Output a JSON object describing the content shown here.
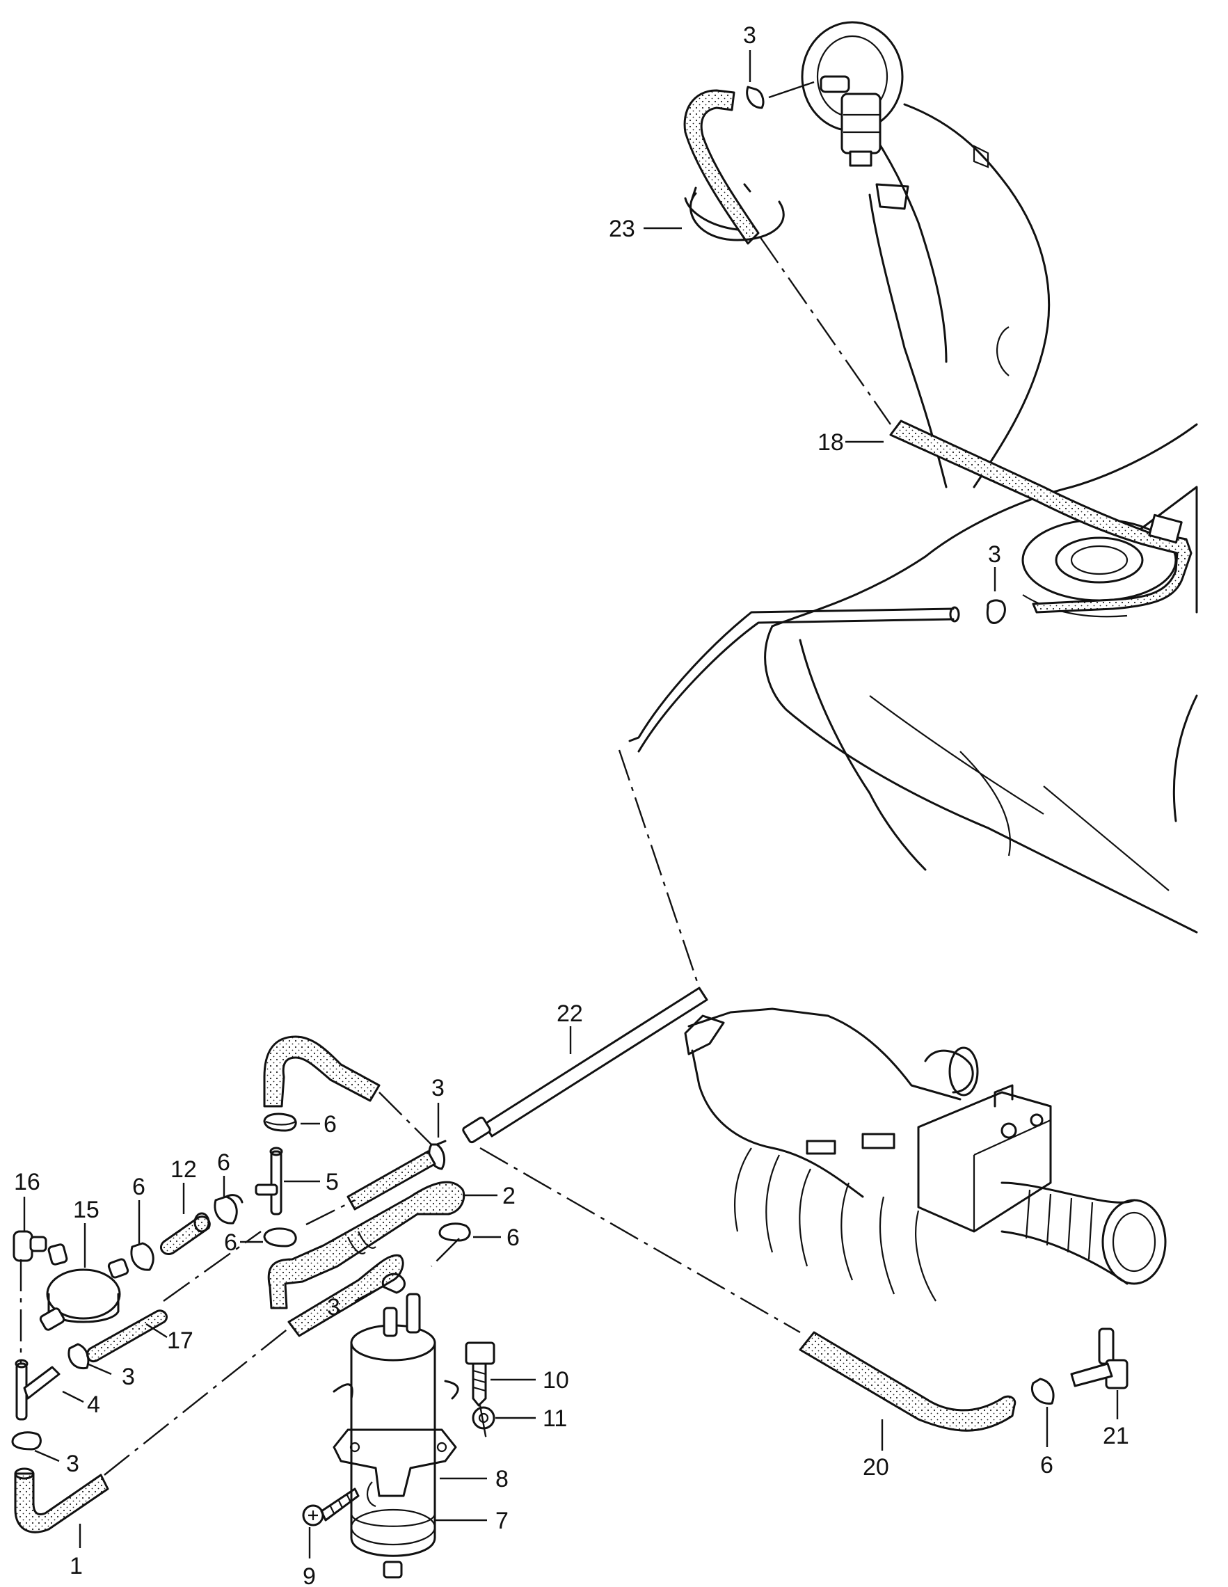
{
  "callouts": [
    {
      "id": "c3a",
      "text": "3"
    },
    {
      "id": "c23",
      "text": "23"
    },
    {
      "id": "c18",
      "text": "18"
    },
    {
      "id": "c3b",
      "text": "3"
    },
    {
      "id": "c22",
      "text": "22"
    },
    {
      "id": "c3c",
      "text": "3"
    },
    {
      "id": "c6a",
      "text": "6"
    },
    {
      "id": "c6b",
      "text": "6"
    },
    {
      "id": "c6c",
      "text": "6"
    },
    {
      "id": "c5",
      "text": "5"
    },
    {
      "id": "c2",
      "text": "2"
    },
    {
      "id": "c12",
      "text": "12"
    },
    {
      "id": "c6d",
      "text": "6"
    },
    {
      "id": "c16",
      "text": "16"
    },
    {
      "id": "c15",
      "text": "15"
    },
    {
      "id": "c6e",
      "text": "6"
    },
    {
      "id": "c17",
      "text": "17"
    },
    {
      "id": "c3d",
      "text": "3"
    },
    {
      "id": "c3e",
      "text": "3"
    },
    {
      "id": "c4",
      "text": "4"
    },
    {
      "id": "c10",
      "text": "10"
    },
    {
      "id": "c11",
      "text": "11"
    },
    {
      "id": "c3f",
      "text": "3"
    },
    {
      "id": "c1",
      "text": "1"
    },
    {
      "id": "c8",
      "text": "8"
    },
    {
      "id": "c7",
      "text": "7"
    },
    {
      "id": "c9",
      "text": "9"
    },
    {
      "id": "c20",
      "text": "20"
    },
    {
      "id": "c6f",
      "text": "6"
    },
    {
      "id": "c21",
      "text": "21"
    }
  ]
}
